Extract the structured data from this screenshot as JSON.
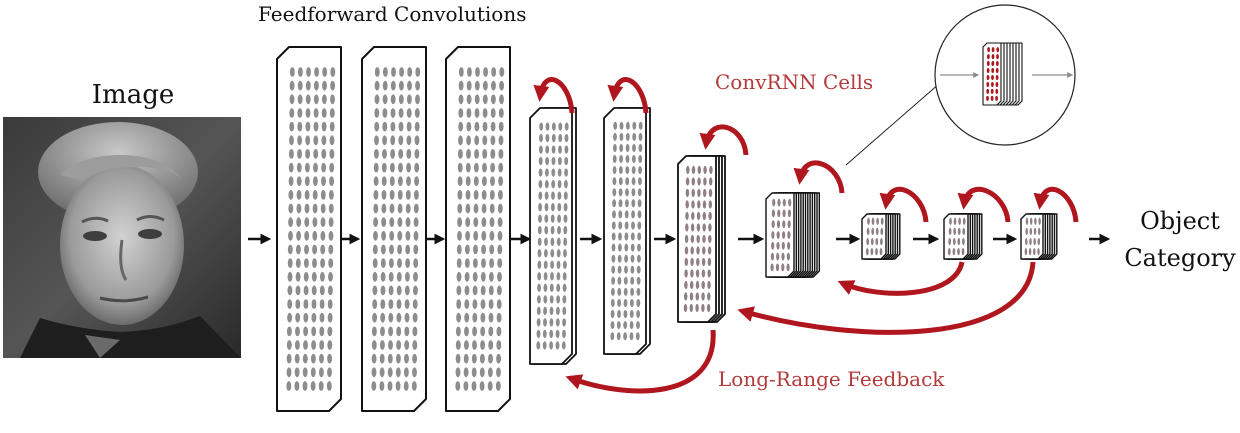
{
  "labels": {
    "feedforward": "Feedforward Convolutions",
    "image": "Image",
    "convrnn": "ConvRNN Cells",
    "object_line1": "Object",
    "object_line2": "Category",
    "long_range": "Long-Range Feedback"
  },
  "colors": {
    "feedback_red": "#b0161e",
    "convrnn_text": "#b33a3a",
    "dot_gray": "#8d8d8d",
    "dot_mauve": "#8f7f86",
    "ink": "#111111"
  },
  "icons": {
    "photo": "portrait-photo",
    "arrow": "arrow-right-icon",
    "recurrence": "curved-arrow-icon"
  }
}
